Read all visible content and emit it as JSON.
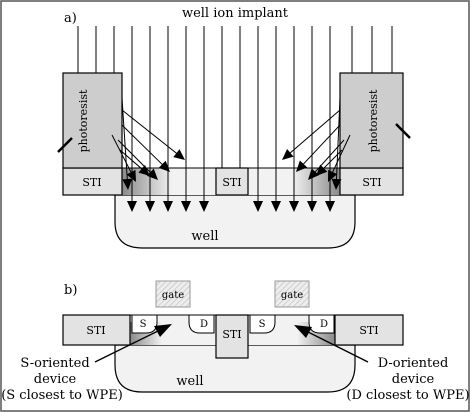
{
  "panel_a": {
    "label": "a)",
    "title": "well ion implant",
    "photoresist_left": "photoresist",
    "photoresist_right": "photoresist",
    "sti_left": "STI",
    "sti_center": "STI",
    "sti_right": "STI",
    "well": "well"
  },
  "panel_b": {
    "label": "b)",
    "gate_left": "gate",
    "gate_right": "gate",
    "sti_left": "STI",
    "sti_center": "STI",
    "sti_right": "STI",
    "s_left": "S",
    "d_left": "D",
    "s_right": "S",
    "d_right": "D",
    "well": "well",
    "s_oriented": [
      "S-oriented",
      "device",
      "(S closest to WPE)"
    ],
    "d_oriented": [
      "D-oriented",
      "device",
      "(D closest to WPE)"
    ]
  },
  "colors": {
    "border": "#555555",
    "sti_fill": "#e3e3e3",
    "photoresist_fill": "#cdcdcd",
    "well_fill": "#f2f2f2",
    "arrow": "#000000"
  }
}
